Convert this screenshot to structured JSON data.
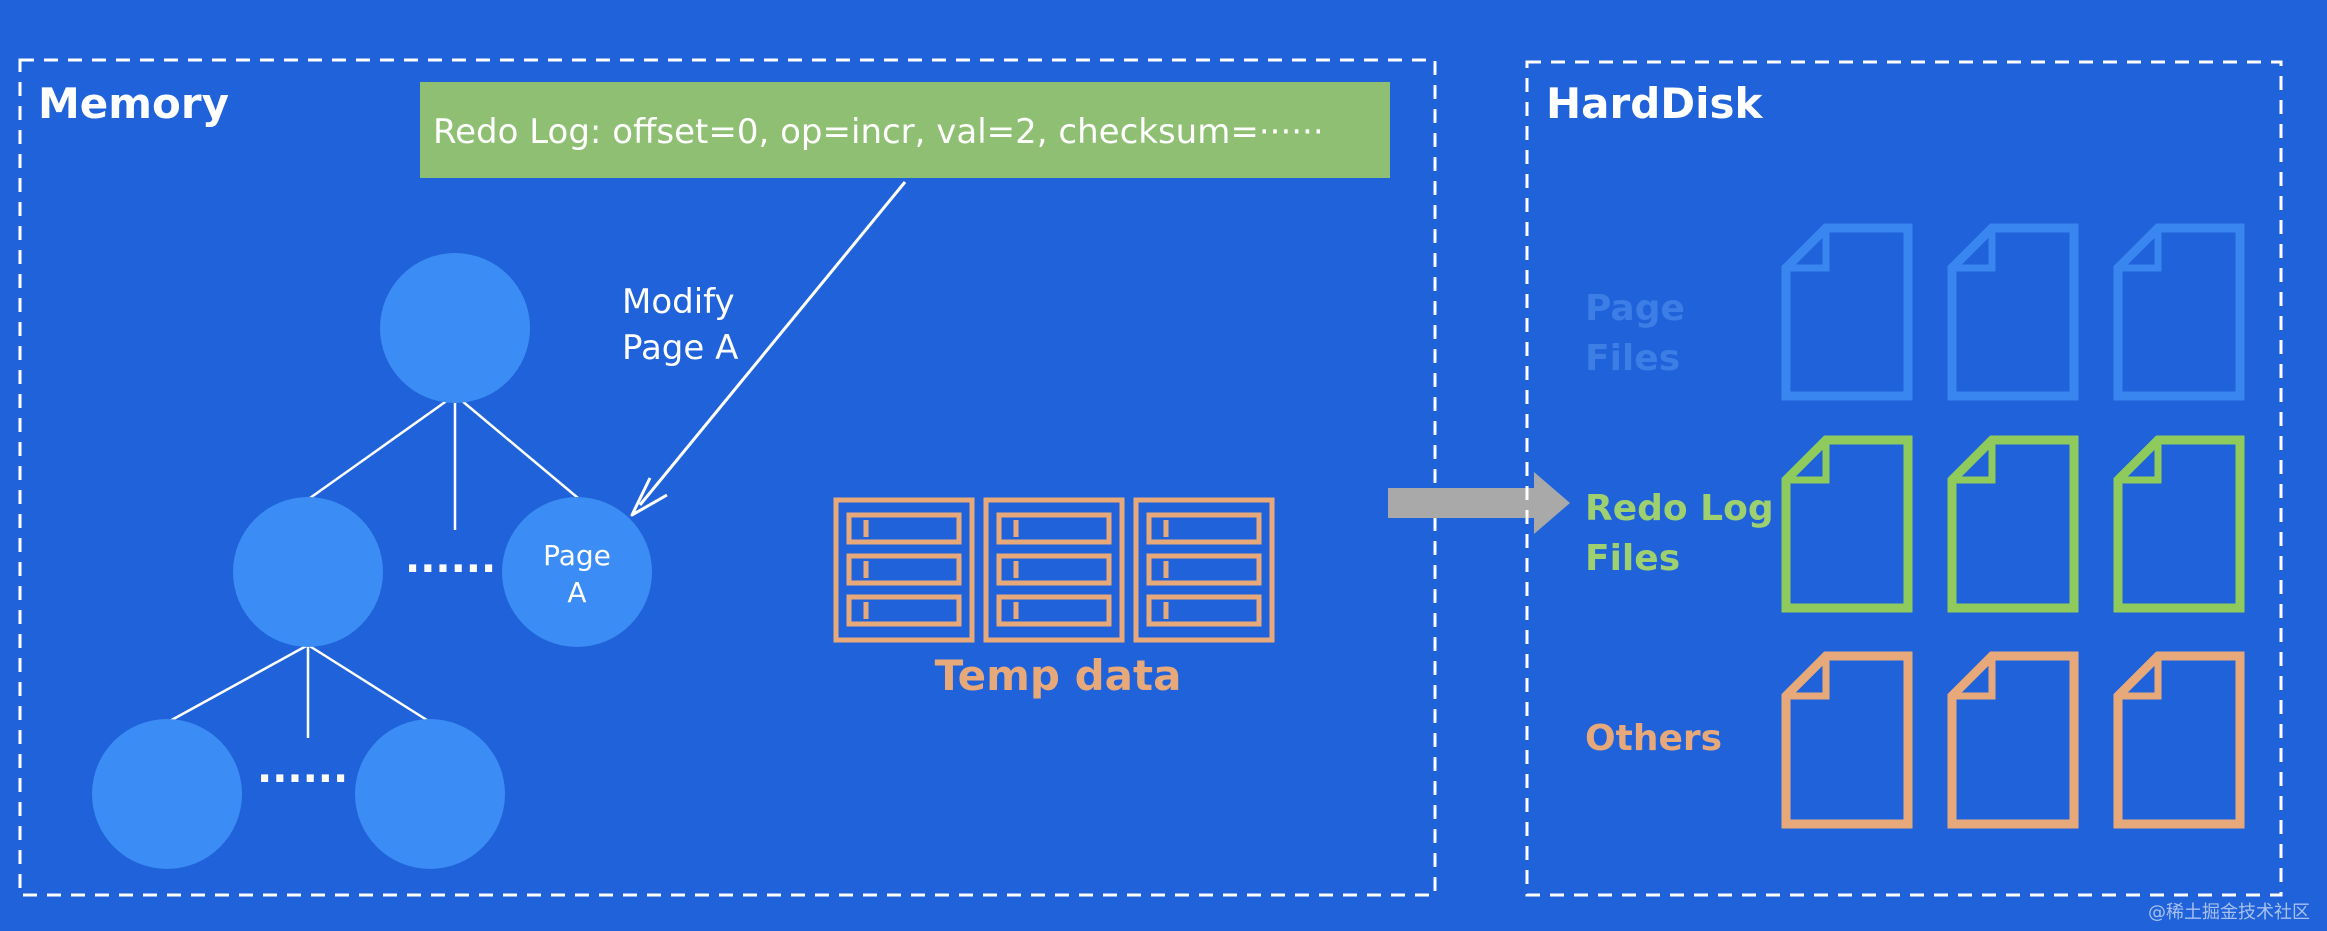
{
  "memory": {
    "title": "Memory",
    "redo_log_text": "Redo Log: offset=0, op=incr, val=2, checksum=······",
    "modify_label_line1": "Modify",
    "modify_label_line2": "Page A",
    "page_a_line1": "Page",
    "page_a_line2": "A",
    "sibling_dots": "......",
    "leaf_dots": "......",
    "temp_data_label": "Temp data"
  },
  "harddisk": {
    "title": "HardDisk",
    "categories": [
      {
        "label_line1": "Page",
        "label_line2": "Files",
        "color": "#3a86f0"
      },
      {
        "label_line1": "Redo Log",
        "label_line2": "Files",
        "color": "#8fcb5c"
      },
      {
        "label_line1": "Others",
        "label_line2": "",
        "color": "#e8a97a"
      }
    ]
  },
  "watermark": "@稀土掘金技术社区",
  "colors": {
    "background": "#1f62d9",
    "node_fill": "#3c8cf5",
    "redo_box_fill": "#8fbf72",
    "temp_data": "#e8a97a",
    "arrow": "#a9a9a9",
    "page_files_label": "#3c7ee6"
  }
}
